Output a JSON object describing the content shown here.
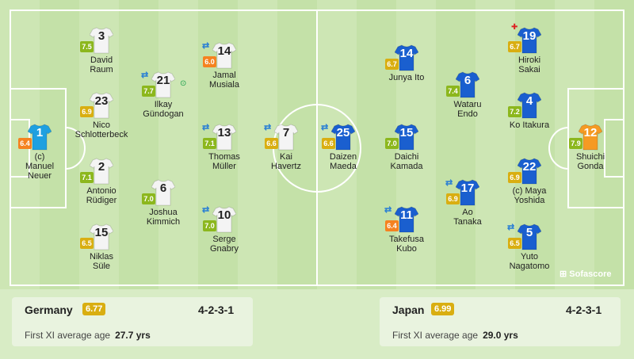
{
  "teams": [
    {
      "name": "Germany",
      "rating": "6.77",
      "formation": "4-2-3-1",
      "avg_label": "First XI average age",
      "avg_value": "27.7 yrs"
    },
    {
      "name": "Japan",
      "rating": "6.99",
      "formation": "4-2-3-1",
      "avg_label": "First XI average age",
      "avg_value": "29.0 yrs"
    }
  ],
  "germany": [
    {
      "num": "1",
      "rating": "6.4",
      "rating_color": "#f58220",
      "line1": "(c)",
      "line2": "Manuel",
      "line3": "Neuer",
      "gk": true
    },
    {
      "num": "3",
      "rating": "7.5",
      "rating_color": "#8cb71d",
      "line1": "David",
      "line2": "Raum",
      "line3": ""
    },
    {
      "num": "23",
      "rating": "6.9",
      "rating_color": "#d9ae11",
      "line1": "Nico",
      "line2": "Schlotterbeck",
      "line3": ""
    },
    {
      "num": "2",
      "rating": "7.1",
      "rating_color": "#8cb71d",
      "line1": "Antonio",
      "line2": "Rüdiger",
      "line3": ""
    },
    {
      "num": "15",
      "rating": "6.5",
      "rating_color": "#d9ae11",
      "line1": "Niklas",
      "line2": "Süle",
      "line3": ""
    },
    {
      "num": "21",
      "rating": "7.7",
      "rating_color": "#8cb71d",
      "line1": "Ilkay",
      "line2": "Gündogan",
      "line3": "",
      "sub": true,
      "goal": true
    },
    {
      "num": "6",
      "rating": "7.0",
      "rating_color": "#8cb71d",
      "line1": "Joshua",
      "line2": "Kimmich",
      "line3": ""
    },
    {
      "num": "14",
      "rating": "6.0",
      "rating_color": "#f58220",
      "line1": "Jamal",
      "line2": "Musiala",
      "line3": "",
      "sub": true
    },
    {
      "num": "13",
      "rating": "7.1",
      "rating_color": "#8cb71d",
      "line1": "Thomas",
      "line2": "Müller",
      "line3": "",
      "sub": true
    },
    {
      "num": "10",
      "rating": "7.0",
      "rating_color": "#8cb71d",
      "line1": "Serge",
      "line2": "Gnabry",
      "line3": "",
      "sub": true
    },
    {
      "num": "7",
      "rating": "6.6",
      "rating_color": "#d9ae11",
      "line1": "Kai",
      "line2": "Havertz",
      "line3": "",
      "sub": true
    }
  ],
  "japan": [
    {
      "num": "25",
      "rating": "6.6",
      "rating_color": "#d9ae11",
      "line1": "Daizen",
      "line2": "Maeda",
      "line3": "",
      "sub": true
    },
    {
      "num": "14",
      "rating": "6.7",
      "rating_color": "#d9ae11",
      "line1": "Junya Ito",
      "line2": "",
      "line3": ""
    },
    {
      "num": "15",
      "rating": "7.0",
      "rating_color": "#8cb71d",
      "line1": "Daichi",
      "line2": "Kamada",
      "line3": ""
    },
    {
      "num": "11",
      "rating": "6.4",
      "rating_color": "#f58220",
      "line1": "Takefusa",
      "line2": "Kubo",
      "line3": "",
      "sub": true
    },
    {
      "num": "6",
      "rating": "7.4",
      "rating_color": "#8cb71d",
      "line1": "Wataru",
      "line2": "Endo",
      "line3": ""
    },
    {
      "num": "17",
      "rating": "6.9",
      "rating_color": "#d9ae11",
      "line1": "Ao",
      "line2": "Tanaka",
      "line3": "",
      "sub": true
    },
    {
      "num": "19",
      "rating": "6.7",
      "rating_color": "#d9ae11",
      "line1": "Hiroki",
      "line2": "Sakai",
      "line3": "",
      "injury": true
    },
    {
      "num": "4",
      "rating": "7.2",
      "rating_color": "#8cb71d",
      "line1": "Ko Itakura",
      "line2": "",
      "line3": ""
    },
    {
      "num": "22",
      "rating": "6.9",
      "rating_color": "#d9ae11",
      "line1": "(c) Maya",
      "line2": "Yoshida",
      "line3": ""
    },
    {
      "num": "5",
      "rating": "6.5",
      "rating_color": "#d9ae11",
      "line1": "Yuto",
      "line2": "Nagatomo",
      "line3": "",
      "sub": true
    },
    {
      "num": "12",
      "rating": "7.9",
      "rating_color": "#8cb71d",
      "line1": "Shuichi",
      "line2": "Gonda",
      "line3": "",
      "gk": true
    }
  ],
  "colors": {
    "germany_shirt": "#f4f4f4",
    "germany_gk": "#1ea0e0",
    "japan_shirt": "#1a5fcf",
    "japan_gk": "#f59a23"
  },
  "brand": "Sofascore"
}
